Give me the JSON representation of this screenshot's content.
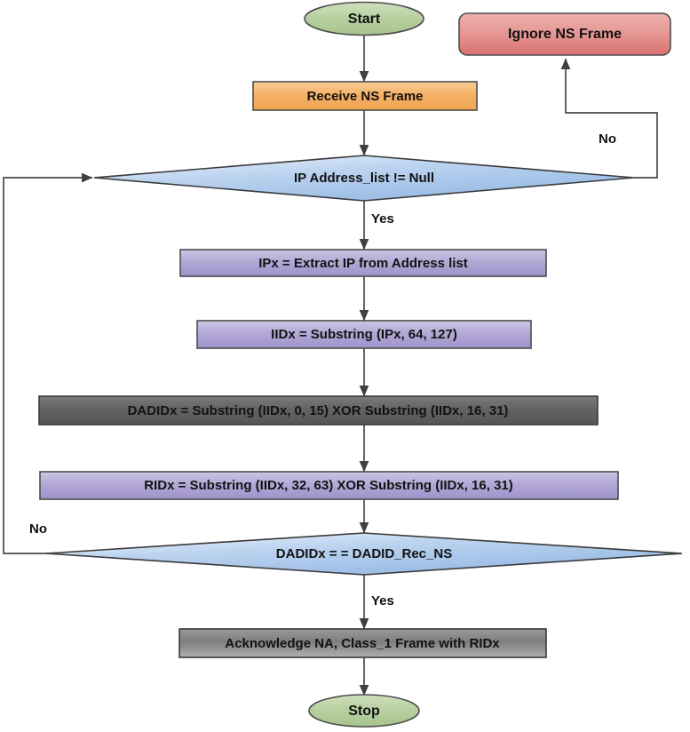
{
  "diagram": {
    "title": "NS Frame Processing Flowchart",
    "background": "#ffffff",
    "nodes": {
      "start": {
        "label": "Start",
        "shape": "terminator",
        "fill": "#b6cf9e"
      },
      "ignore": {
        "label": "Ignore NS Frame",
        "shape": "rounded-rect",
        "fill": "#e28a8a"
      },
      "receive": {
        "label": "Receive NS Frame",
        "shape": "rect",
        "fill": "#f5b267"
      },
      "decision1": {
        "label": "IP Address_list != Null",
        "shape": "diamond",
        "fill": "#9cc0ea"
      },
      "extract_ip": {
        "label": "IPx = Extract IP from Address list",
        "shape": "rect",
        "fill": "#a89cd0"
      },
      "iidx": {
        "label": "IIDx = Substring (IPx, 64, 127)",
        "shape": "rect",
        "fill": "#a89cd0"
      },
      "dadidx": {
        "label": "DADIDx = Substring (IIDx, 0, 15) XOR Substring (IIDx, 16, 31)",
        "shape": "rect",
        "fill": "#626262"
      },
      "ridx": {
        "label": "RIDx = Substring (IIDx, 32, 63) XOR Substring (IIDx, 16, 31)",
        "shape": "rect",
        "fill": "#a89cd0"
      },
      "decision2": {
        "label": "DADIDx = = DADID_Rec_NS",
        "shape": "diamond",
        "fill": "#9cc0ea"
      },
      "acknowledge": {
        "label": "Acknowledge NA, Class_1 Frame with RIDx",
        "shape": "rect",
        "fill": "#6f6f6f"
      },
      "stop": {
        "label": "Stop",
        "shape": "terminator",
        "fill": "#b6cf9e"
      }
    },
    "edge_labels": {
      "decision1_no": "No",
      "decision1_yes": "Yes",
      "decision2_no": "No",
      "decision2_yes": "Yes"
    },
    "colors": {
      "terminator_fill": "#b6cf9e",
      "ignore_fill": "#e28a8a",
      "receive_fill": "#f5b267",
      "diamond_fill": "#9cc0ea",
      "purple_fill": "#a89cd0",
      "dark_fill": "#626262",
      "gray_fill": "#6f6f6f",
      "connector": "#4a4a4a",
      "text": "#121212"
    }
  }
}
